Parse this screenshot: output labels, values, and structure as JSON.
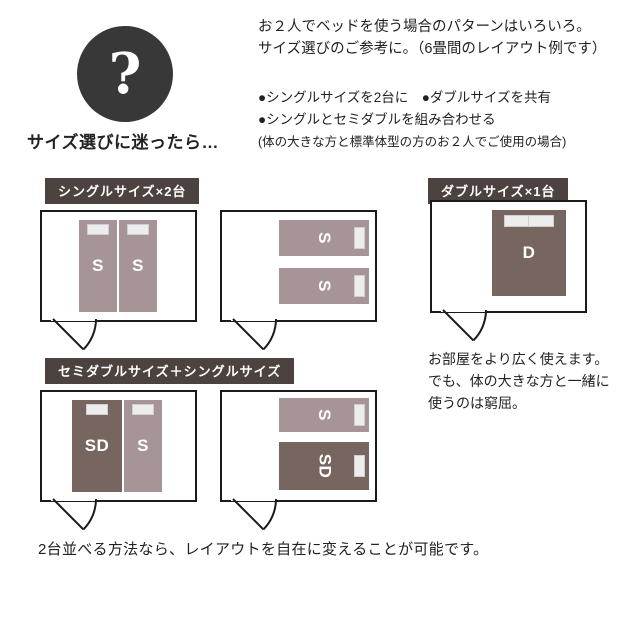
{
  "colors": {
    "circle_bg": "#383838",
    "badge_bg": "#4c4340",
    "bed_single": "#a69496",
    "bed_dark": "#776560",
    "pillow": "#ededed",
    "line": "#1a1a1a"
  },
  "header": {
    "question_mark": "?",
    "caption": "サイズ選びに迷ったら…",
    "intro": [
      "お２人でベッドを使う場合のパターンはいろいろ。",
      "サイズ選びのご参考に。（6畳間のレイアウト例です）"
    ],
    "bullets": [
      "●シングルサイズを2台に　●ダブルサイズを共有",
      "●シングルとセミダブルを組み合わせる"
    ],
    "bullet_note": "(体の大きな方と標準体型の方のお２人でご使用の場合)"
  },
  "badges": {
    "single": "シングルサイズ×2台",
    "double": "ダブルサイズ×1台",
    "semi": "セミダブルサイズ＋シングルサイズ"
  },
  "bed_labels": {
    "single": "S",
    "semi": "SD",
    "double": "D"
  },
  "double_note": [
    "お部屋をより広く使えます。",
    "でも、体の大きな方と一緒に",
    "使うのは窮屈。"
  ],
  "footer_note": "2台並べる方法なら、レイアウトを自在に変えることが可能です。"
}
